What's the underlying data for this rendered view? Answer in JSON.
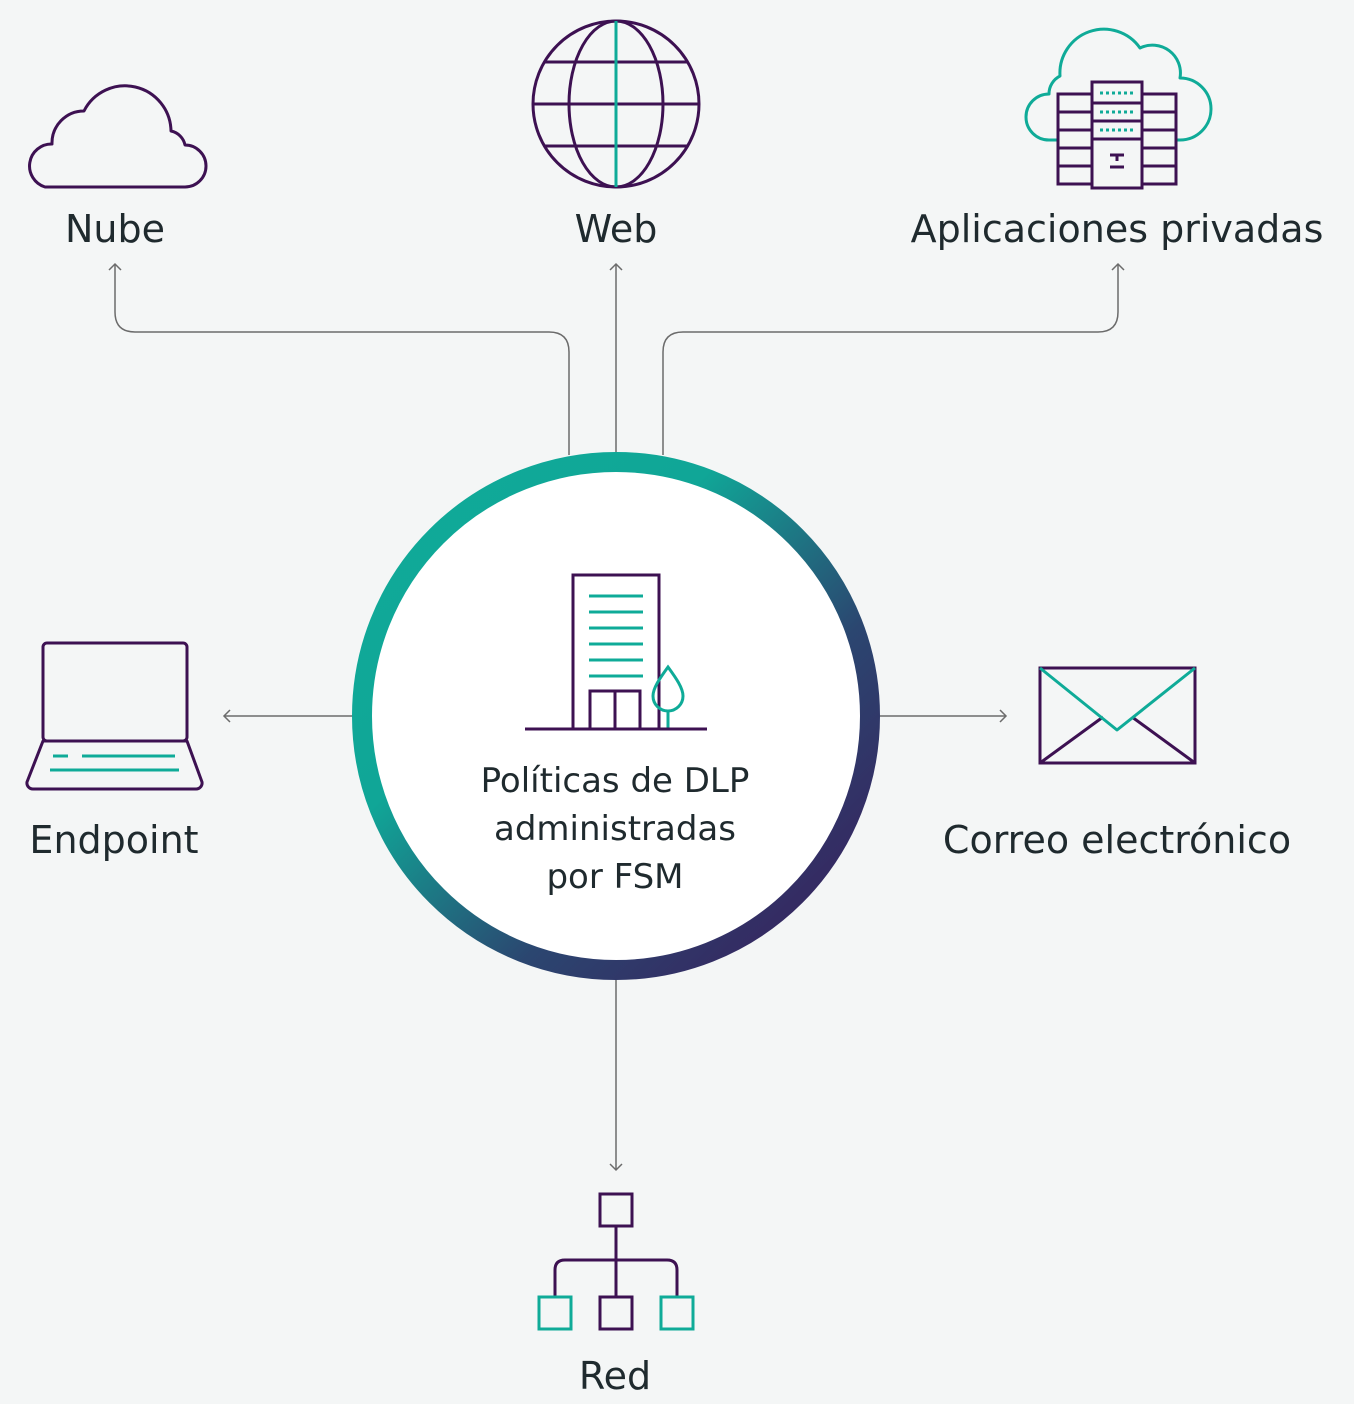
{
  "diagram": {
    "center": {
      "lines": [
        "Políticas de DLP",
        "administradas",
        "por FSM"
      ],
      "icon": "office-building-icon"
    },
    "nodes": {
      "cloud": {
        "label": "Nube",
        "icon": "cloud-icon"
      },
      "web": {
        "label": "Web",
        "icon": "globe-icon"
      },
      "private_apps": {
        "label": "Aplicaciones privadas",
        "icon": "cloud-server-icon"
      },
      "endpoint": {
        "label": "Endpoint",
        "icon": "laptop-icon"
      },
      "email": {
        "label": "Correo electrónico",
        "icon": "envelope-icon"
      },
      "network": {
        "label": "Red",
        "icon": "network-hierarchy-icon"
      }
    },
    "colors": {
      "purple": "#3d1152",
      "teal": "#0fab98",
      "connector": "#6b6b6b",
      "text": "#1f2a2e",
      "background": "#f4f6f6",
      "ring_gradient": [
        "#0fab98",
        "#3a1a5a"
      ]
    }
  }
}
